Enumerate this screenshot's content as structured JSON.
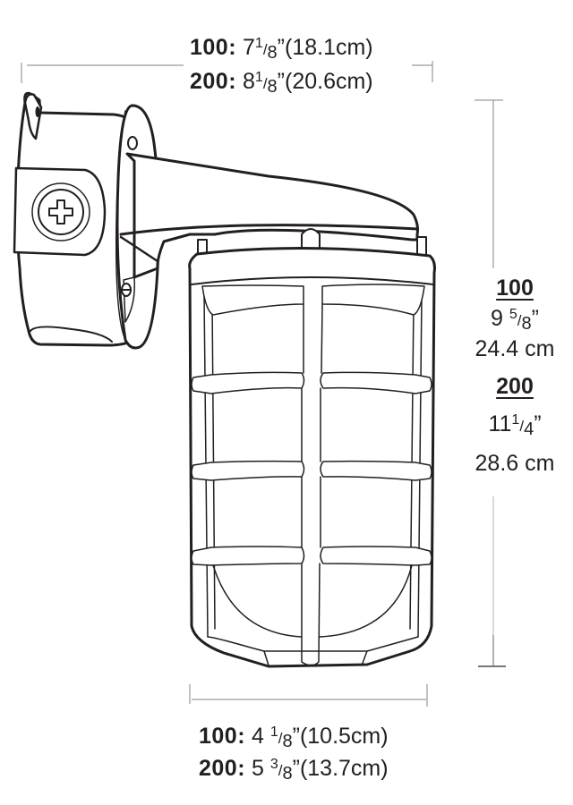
{
  "diagram": {
    "subject": "wall-mount vapor-tight jelly jar light fixture with guard",
    "models": [
      "100",
      "200"
    ]
  },
  "dimensions": {
    "overall_width": {
      "rows": [
        {
          "model": "100:",
          "whole": "7",
          "num": "1",
          "den": "8",
          "inch": "”",
          "metric": "(18.1cm)"
        },
        {
          "model": "200:",
          "whole": "8",
          "num": "1",
          "den": "8",
          "inch": "”",
          "metric": "(20.6cm)"
        }
      ]
    },
    "height": {
      "rows": [
        {
          "model": "100",
          "whole": "9 ",
          "num": "5",
          "den": "8",
          "inch": "”",
          "metric": "24.4 cm"
        },
        {
          "model": "200",
          "whole": "11",
          "num": "1",
          "den": "4",
          "inch": "”",
          "metric": "28.6 cm"
        }
      ]
    },
    "globe_width": {
      "rows": [
        {
          "model": "100:",
          "whole": "4 ",
          "num": "1",
          "den": "8",
          "inch": "”",
          "metric": "(10.5cm)"
        },
        {
          "model": "200:",
          "whole": "5 ",
          "num": "3",
          "den": "8",
          "inch": "”",
          "metric": "(13.7cm)"
        }
      ]
    }
  },
  "colors": {
    "line": "#231f20",
    "dimension_line": "#9a9a9a",
    "background": "#ffffff"
  }
}
